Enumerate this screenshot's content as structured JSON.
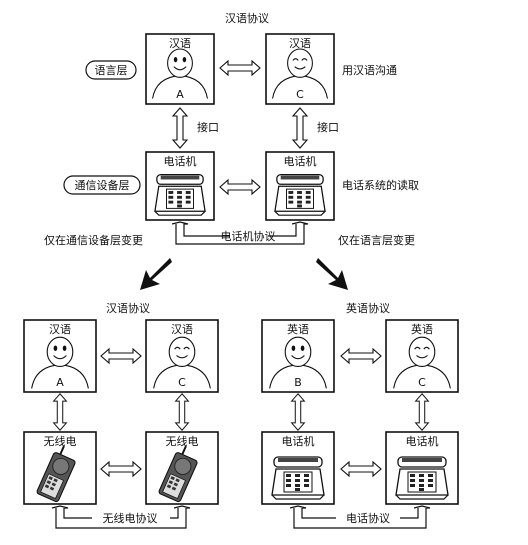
{
  "top": {
    "protocol_label": "汉语协议",
    "person_left": {
      "lang": "汉语",
      "letter": "A"
    },
    "person_right": {
      "lang": "汉语",
      "letter": "C"
    },
    "comm_text": "用汉语沟通",
    "layer_language": "语言层",
    "layer_device": "通信设备层",
    "interface_left": "接口",
    "interface_right": "接口",
    "device_left": "电话机",
    "device_right": "电话机",
    "device_text": "电话系统的读取",
    "device_protocol": "电话机协议"
  },
  "change_left": "仅在通信设备层变更",
  "change_right": "仅在语言层变更",
  "bottom_left": {
    "protocol_label": "汉语协议",
    "person_left": {
      "lang": "汉语",
      "letter": "A"
    },
    "person_right": {
      "lang": "汉语",
      "letter": "C"
    },
    "device_left": "无线电",
    "device_right": "无线电",
    "device_protocol": "无线电协议"
  },
  "bottom_right": {
    "protocol_label": "英语协议",
    "person_left": {
      "lang": "英语",
      "letter": "B"
    },
    "person_right": {
      "lang": "英语",
      "letter": "C"
    },
    "device_left": "电话机",
    "device_right": "电话机",
    "device_protocol": "电话协议"
  }
}
